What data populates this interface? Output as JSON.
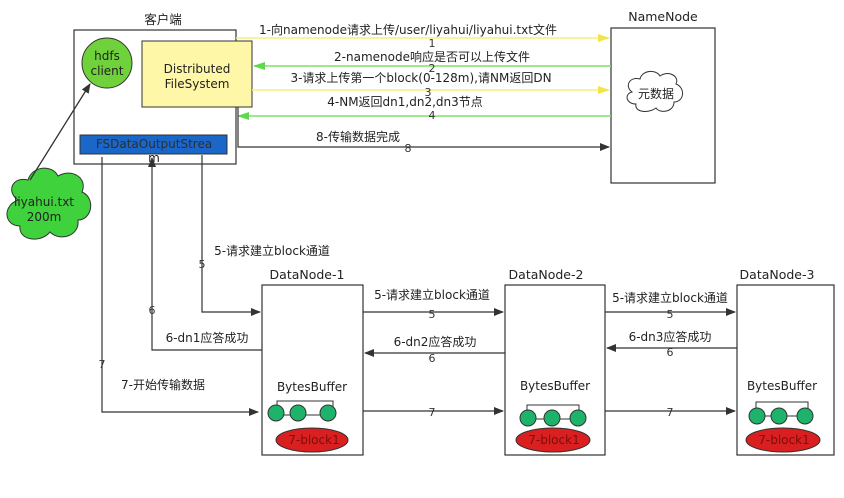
{
  "client": {
    "title": "客户端",
    "hdfs_client": [
      "hdfs",
      "client"
    ],
    "dfs": [
      "Distributed",
      "FileSystem"
    ],
    "output_stream": [
      "FSDataOutputStrea",
      "m"
    ]
  },
  "file": [
    "liyahui.txt",
    "200m"
  ],
  "namenode": {
    "title": "NameNode",
    "cloud": "元数据"
  },
  "datanodes": [
    {
      "title": "DataNode-1",
      "buffer": "BytesBuffer",
      "block": "7-block1"
    },
    {
      "title": "DataNode-2",
      "buffer": "BytesBuffer",
      "block": "7-block1"
    },
    {
      "title": "DataNode-3",
      "buffer": "BytesBuffer",
      "block": "7-block1"
    }
  ],
  "messages": {
    "m1": "1-向namenode请求上传/user/liyahui/liyahui.txt文件",
    "m2": "2-namenode响应是否可以上传文件",
    "m3": "3-请求上传第一个block(0-128m),请NM返回DN",
    "m4": "4-NM返回dn1,dn2,dn3节点",
    "m8": "8-传输数据完成",
    "m5": "5-请求建立block通道",
    "m6a": "6-dn1应答成功",
    "m6b": "6-dn2应答成功",
    "m6c": "6-dn3应答成功",
    "m7": "7-开始传输数据"
  },
  "steps": {
    "s1": "1",
    "s2": "2",
    "s3": "3",
    "s4": "4",
    "s5": "5",
    "s6": "6",
    "s7": "7",
    "s8": "8"
  },
  "colors": {
    "yellow_arrow": "#f5f07a",
    "green_arrow": "#7ee06a",
    "dark_arrow": "#333333",
    "green_fill": "#6fd23a",
    "cloud_green": "#3fd23c",
    "dfs_fill": "#fff7a8",
    "stream_fill": "#1a66c9",
    "block_fill": "#d91f1f",
    "ball_fill": "#1db36a"
  }
}
